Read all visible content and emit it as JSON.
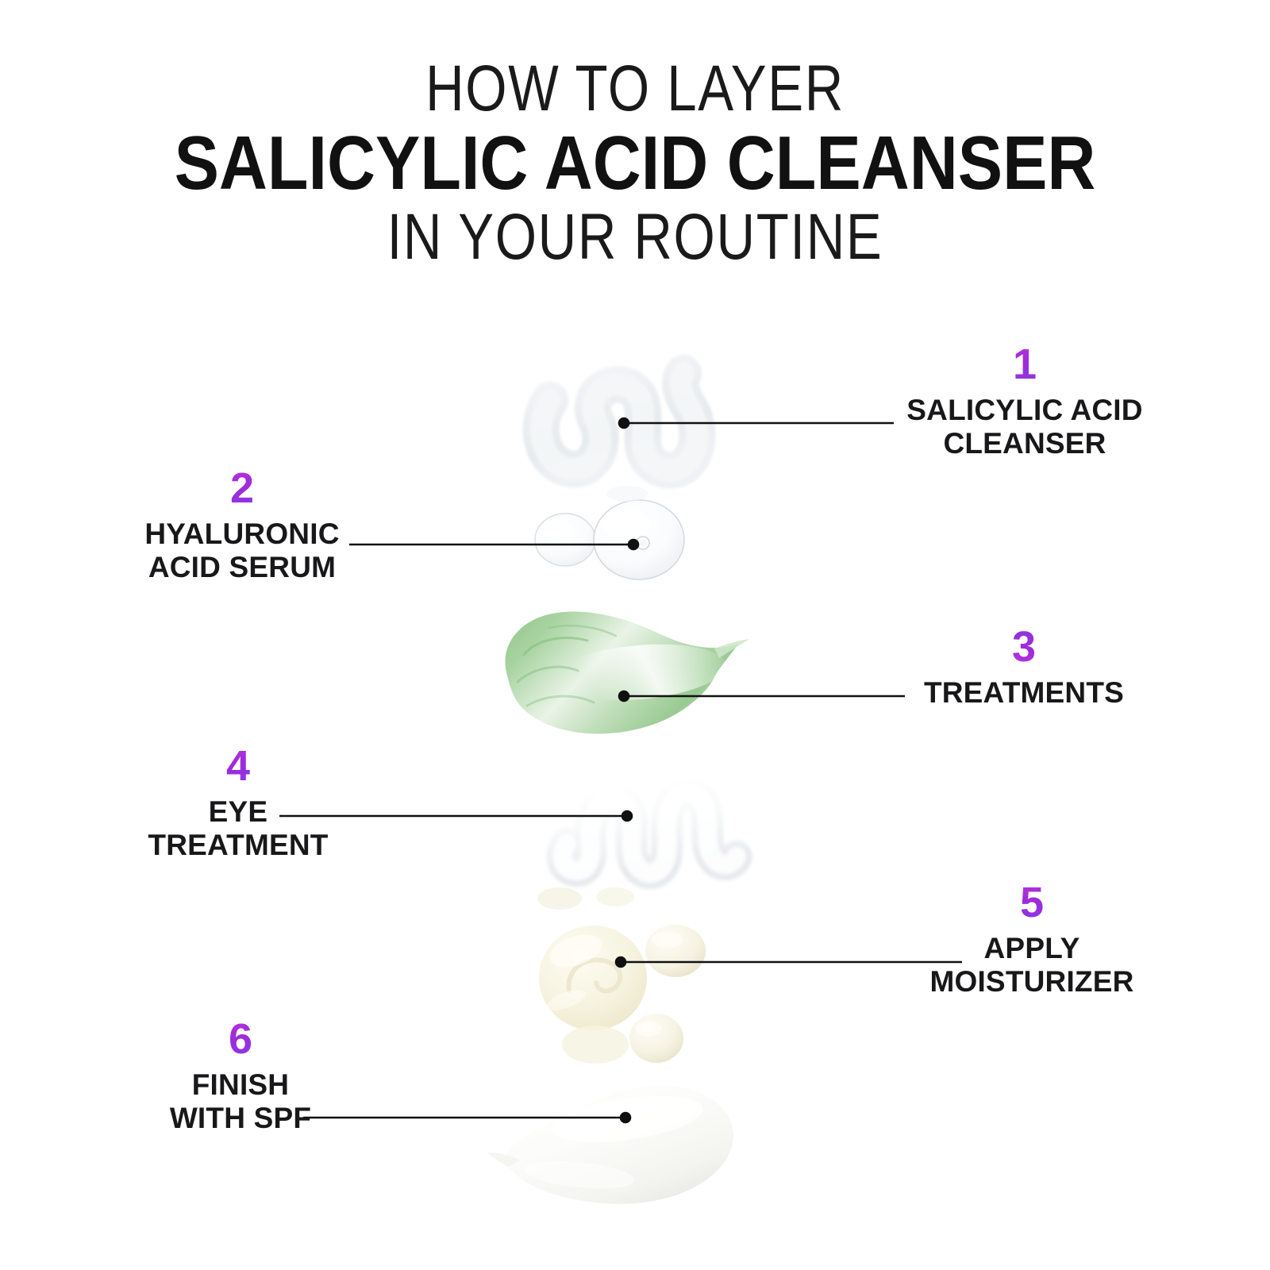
{
  "title": {
    "line1": "HOW TO LAYER",
    "line2": "SALICYLIC ACID CLEANSER",
    "line3": "IN YOUR ROUTINE"
  },
  "colors": {
    "background": "#ffffff",
    "text": "#18181a",
    "number_gradient_start": "#d43fe0",
    "number_gradient_mid": "#a02bd8",
    "number_gradient_end": "#7b3ff2",
    "leader_line": "#111111",
    "treatment_green": "#96c98f",
    "moisturizer_cream": "#f4f0dc",
    "spf_white": "#fbfbf9",
    "cleanser_clear": "#f2f4f6"
  },
  "steps": [
    {
      "number": "1",
      "label": "SALICYLIC ACID\nCLEANSER",
      "side": "right",
      "swatch": "clear-gel-zigzag"
    },
    {
      "number": "2",
      "label": "HYALURONIC\nACID SERUM",
      "side": "left",
      "swatch": "clear-gel-droplets"
    },
    {
      "number": "3",
      "label": "TREATMENTS",
      "side": "right",
      "swatch": "green-cream-smear"
    },
    {
      "number": "4",
      "label": "EYE\nTREATMENT",
      "side": "left",
      "swatch": "white-cream-zigzag"
    },
    {
      "number": "5",
      "label": "APPLY\nMOISTURIZER",
      "side": "right",
      "swatch": "cream-dollops"
    },
    {
      "number": "6",
      "label": "FINISH\nWITH SPF",
      "side": "left",
      "swatch": "white-lotion-teardrop"
    }
  ]
}
